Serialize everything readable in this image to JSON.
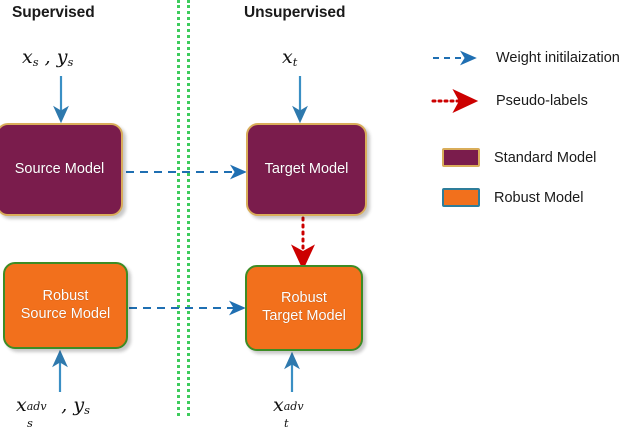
{
  "diagram": {
    "title_columns": {
      "supervised": "Supervised",
      "unsupervised": "Unsupervised"
    },
    "divider": {
      "name": "domain-divider",
      "style": "green-dotted-double-line",
      "color": "#3dcc5c"
    },
    "nodes": [
      {
        "id": "source-model",
        "label": "Source Model",
        "kind": "Standard Model",
        "fill": "#7a1c4c",
        "stroke": "#d9ad5a",
        "column": "Supervised"
      },
      {
        "id": "target-model",
        "label": "Target Model",
        "kind": "Standard Model",
        "fill": "#7a1c4c",
        "stroke": "#d9ad5a",
        "column": "Unsupervised"
      },
      {
        "id": "robust-source-model",
        "label": "Robust\nSource Model",
        "label_line1": "Robust",
        "label_line2": "Source Model",
        "kind": "Robust Model",
        "fill": "#f2701c",
        "stroke": "#3d8c25",
        "column": "Supervised"
      },
      {
        "id": "robust-target-model",
        "label": "Robust\nTarget Model",
        "label_line1": "Robust",
        "label_line2": "Target Model",
        "kind": "Robust Model",
        "fill": "#f2701c",
        "stroke": "#3d8c25",
        "column": "Unsupervised"
      }
    ],
    "inputs": [
      {
        "id": "input-xs-ys",
        "latex": "x_s , y_s",
        "base1": "x",
        "sub1": "s",
        "sep": " , ",
        "base2": "y",
        "sub2": "s",
        "target": "source-model"
      },
      {
        "id": "input-xt",
        "latex": "x_t",
        "base1": "x",
        "sub1": "t",
        "target": "target-model"
      },
      {
        "id": "input-xs-adv-ys",
        "latex": "x_s^{adv} , y_s",
        "base1": "x",
        "sub1": "s",
        "sup1": "adv",
        "sep": " , ",
        "base2": "y",
        "sub2": "s",
        "target": "robust-source-model"
      },
      {
        "id": "input-xt-adv",
        "latex": "x_t^{adv}",
        "base1": "x",
        "sub1": "t",
        "sup1": "adv",
        "target": "robust-target-model"
      }
    ],
    "edges": [
      {
        "id": "edge-source-to-target",
        "from": "source-model",
        "to": "target-model",
        "kind": "Weight initilaization",
        "color": "#1f6fb2",
        "style": "dashed"
      },
      {
        "id": "edge-robust-source-to-robust-target",
        "from": "robust-source-model",
        "to": "robust-target-model",
        "kind": "Weight initilaization",
        "color": "#1f6fb2",
        "style": "dashed"
      },
      {
        "id": "edge-target-to-robust-target",
        "from": "target-model",
        "to": "robust-target-model",
        "kind": "Pseudo-labels",
        "color": "#cc0000",
        "style": "dotted"
      }
    ]
  },
  "legend": {
    "items": [
      {
        "id": "weight-initialization",
        "label": "Weight initilaization",
        "marker": "dashed-arrow",
        "color": "#1f6fb2"
      },
      {
        "id": "pseudo-labels",
        "label": "Pseudo-labels",
        "marker": "dotted-arrow",
        "color": "#cc0000"
      },
      {
        "id": "standard-model",
        "label": "Standard Model",
        "marker": "swatch",
        "fill": "#7a1c4c",
        "stroke": "#d9ad5a"
      },
      {
        "id": "robust-model",
        "label": "Robust Model",
        "marker": "swatch",
        "fill": "#f2701c",
        "stroke": "#2e7d9a"
      }
    ]
  },
  "colors": {
    "standard_model": "#7a1c4c",
    "standard_model_border": "#d9ad5a",
    "robust_model": "#f2701c",
    "robust_model_border": "#3d8c25",
    "weight_arrow": "#1f6fb2",
    "pseudo_arrow": "#cc0000",
    "divider": "#3dcc5c",
    "input_arrow": "#3a8fc4"
  }
}
